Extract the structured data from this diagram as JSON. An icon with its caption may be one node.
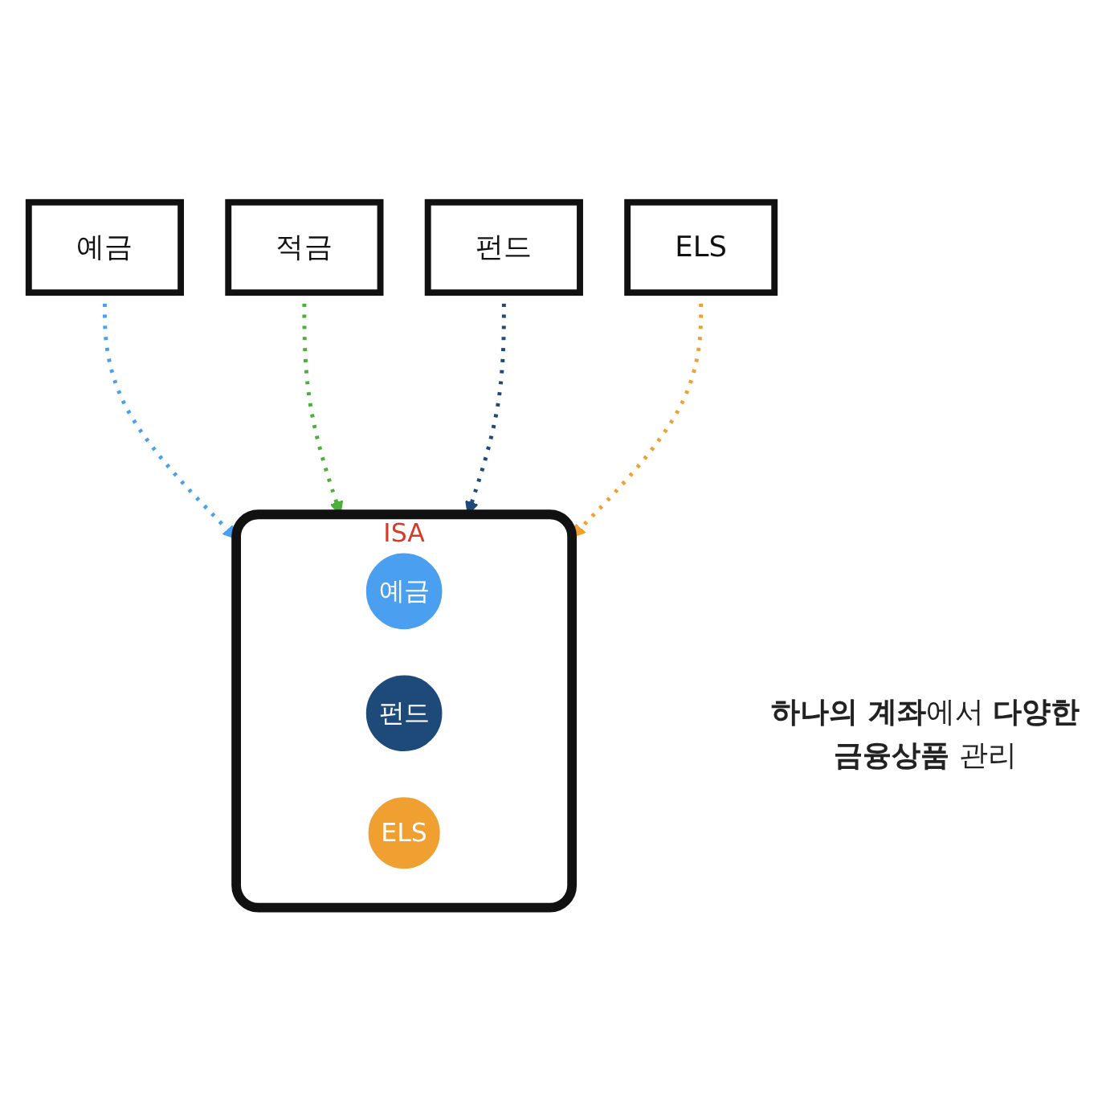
{
  "diagram": {
    "nodes": [
      {
        "text": [
          "예금"
        ]
      },
      {
        "text": [
          "적금"
        ]
      },
      {
        "text": [
          "펀드"
        ]
      },
      {
        "text": [
          "ELS"
        ]
      },
      {
        "text": [
          "ISA"
        ]
      },
      {
        "text": [
          "예금"
        ],
        "in": 4
      },
      {
        "text": [
          "펀드"
        ],
        "in": 4
      },
      {
        "text": [
          "ELS"
        ],
        "in": 4
      }
    ],
    "edges": [
      {
        "from": 0,
        "to": 4,
        "arrow": "to",
        "style": "dashed",
        "color": "#4a9ff0"
      },
      {
        "from": 1,
        "to": 4,
        "arrow": "to",
        "style": "dashed",
        "color": "#4caf3a"
      },
      {
        "from": 2,
        "to": 4,
        "arrow": "to",
        "style": "dashed",
        "color": "#1e4a7a"
      },
      {
        "from": 3,
        "to": 4,
        "arrow": "to",
        "style": "dashed",
        "color": "#f0a030"
      }
    ],
    "labels": [
      "**하나의 계좌**에서 **다양한 금융상품** 관리"
    ]
  }
}
